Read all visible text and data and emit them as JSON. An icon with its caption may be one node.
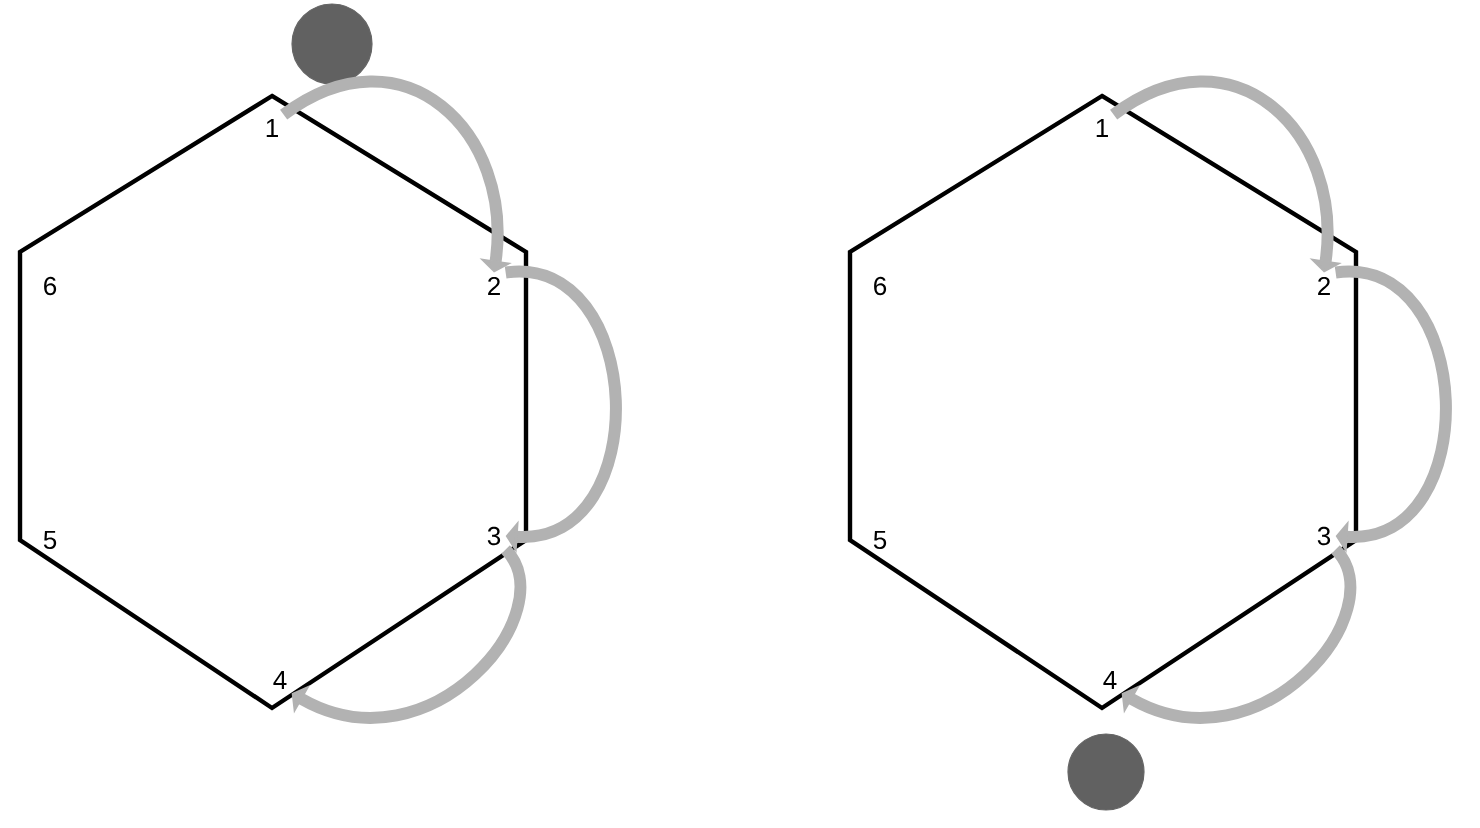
{
  "diagram": {
    "nodes": [
      {
        "text": [],
        "shape": "hexagon"
      },
      {
        "text": [
          "1"
        ],
        "in": 0
      },
      {
        "text": [
          "2"
        ],
        "in": 0
      },
      {
        "text": [
          "3"
        ],
        "in": 0
      },
      {
        "text": [
          "4"
        ],
        "in": 0
      },
      {
        "text": [
          "5"
        ],
        "in": 0
      },
      {
        "text": [
          "6"
        ],
        "in": 0
      },
      {
        "text": [],
        "shape": "circle"
      },
      {
        "text": [],
        "shape": "hexagon"
      },
      {
        "text": [
          "1"
        ],
        "in": 8
      },
      {
        "text": [
          "2"
        ],
        "in": 8
      },
      {
        "text": [
          "3"
        ],
        "in": 8
      },
      {
        "text": [
          "4"
        ],
        "in": 8
      },
      {
        "text": [
          "5"
        ],
        "in": 8
      },
      {
        "text": [
          "6"
        ],
        "in": 8
      },
      {
        "text": [],
        "shape": "circle"
      }
    ],
    "edges": [
      {
        "from": 1,
        "to": 2,
        "arrow": "to"
      },
      {
        "from": 2,
        "to": 3,
        "arrow": "to"
      },
      {
        "from": 3,
        "to": 4,
        "arrow": "to"
      },
      {
        "from": 9,
        "to": 10,
        "arrow": "to"
      },
      {
        "from": 10,
        "to": 11,
        "arrow": "to"
      },
      {
        "from": 11,
        "to": 12,
        "arrow": "to"
      }
    ]
  }
}
